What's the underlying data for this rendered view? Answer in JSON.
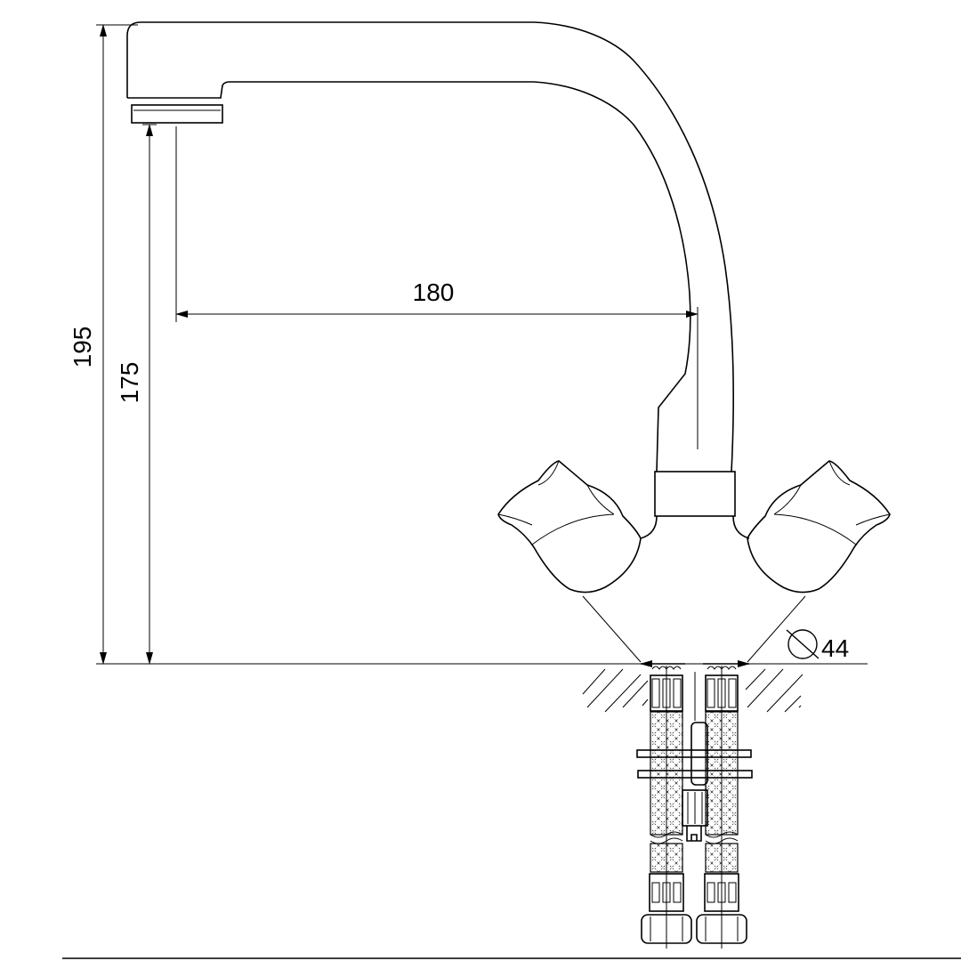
{
  "drawing": {
    "dimensions": {
      "total_height": "195",
      "spout_height": "175",
      "spout_reach": "180",
      "base_diameter_symbol": "diameter-icon",
      "base_diameter": "44"
    },
    "colors": {
      "line": "#000000",
      "background": "#ffffff"
    }
  }
}
